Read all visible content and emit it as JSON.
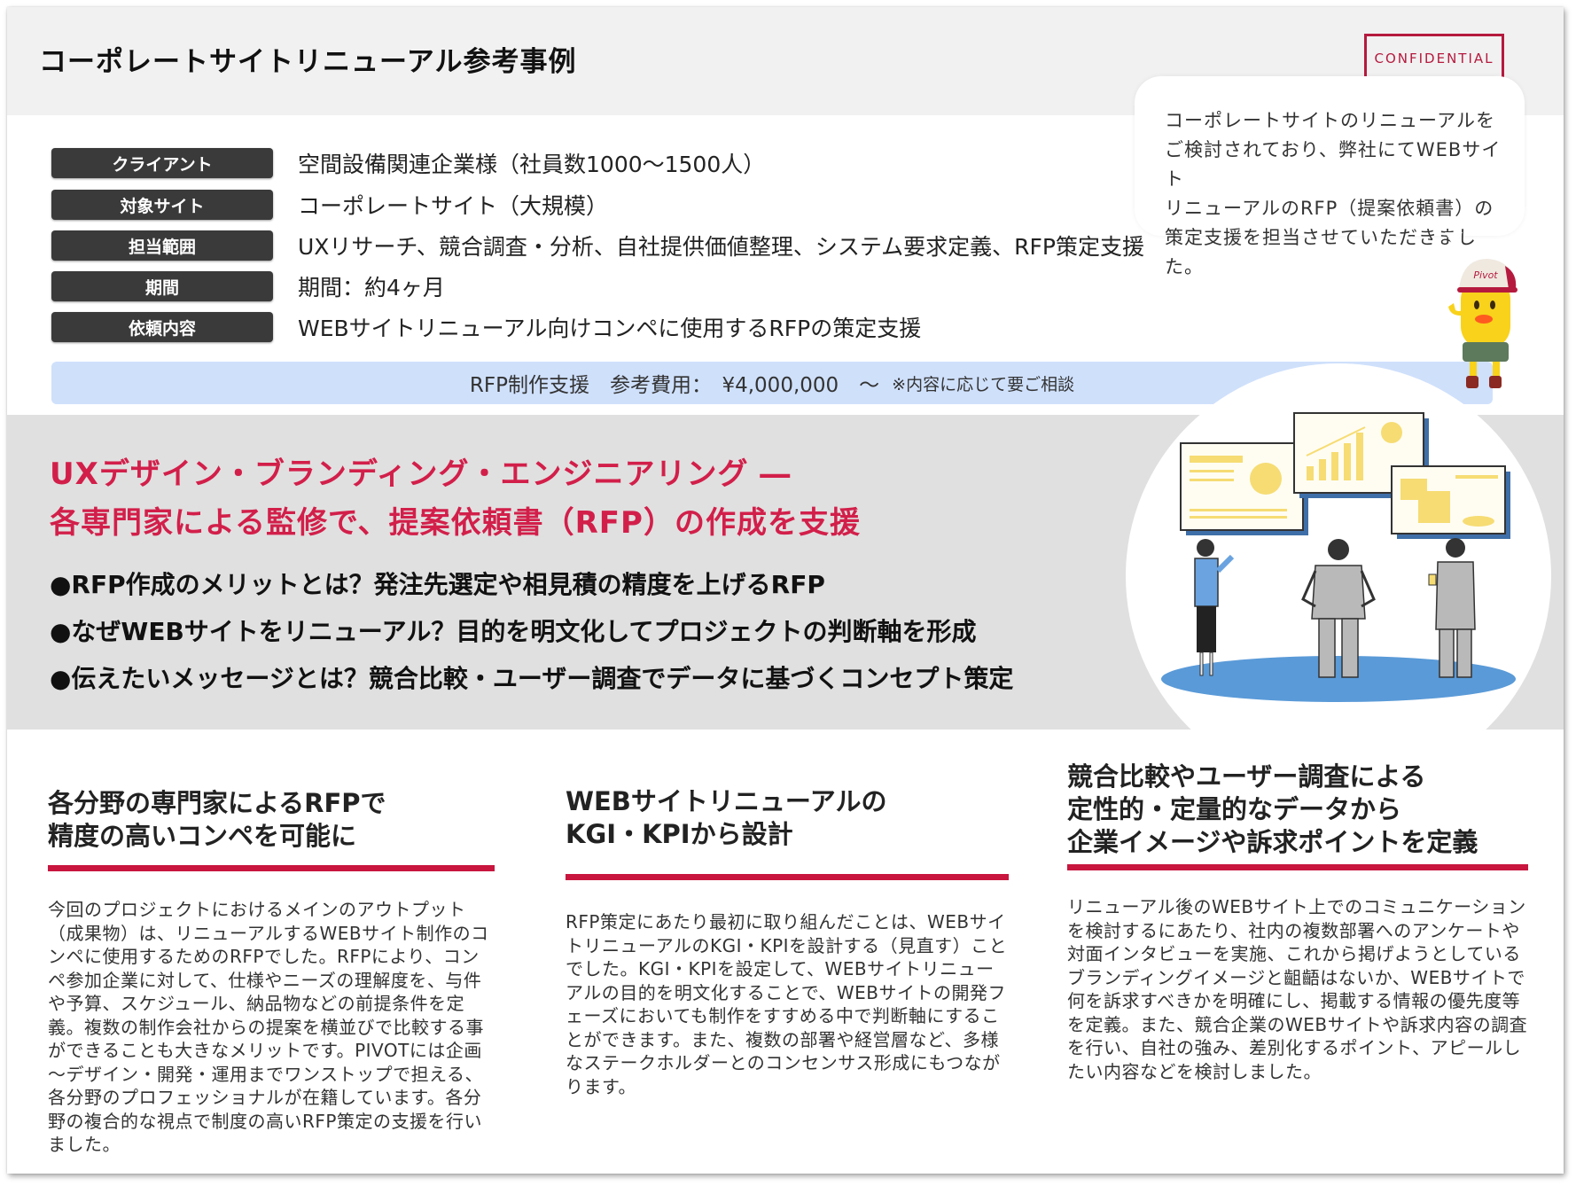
{
  "header": {
    "title": "コーポレートサイトリニューアル参考事例",
    "confidential_label": "CONFIDENTIAL"
  },
  "bubble": {
    "lines": [
      "コーポレートサイトのリニューアルを",
      "ご検討されており、弊社にてWEBサイト",
      "リニューアルのRFP（提案依頼書）の",
      "策定支援を担当させていただきました。"
    ],
    "mascot_cap_text": "Pivot"
  },
  "info": {
    "rows": [
      {
        "label": "クライアント",
        "value": "空間設備関連企業様（社員数1000～1500人）"
      },
      {
        "label": "対象サイト",
        "value": "コーポレートサイト（大規模）"
      },
      {
        "label": "担当範囲",
        "value": "UXリサーチ、競合調査・分析、自社提供価値整理、システム要求定義、RFP策定支援"
      },
      {
        "label": "期間",
        "value": "期間：約4ヶ月"
      },
      {
        "label": "依頼内容",
        "value": "WEBサイトリニューアル向けコンペに使用するRFPの策定支援"
      }
    ]
  },
  "cost": {
    "text": "RFP制作支援　参考費用：　¥4,000,000　～",
    "note": "※内容に応じて要ご相談"
  },
  "feature": {
    "headline_line1": "UXデザイン・ブランディング・エンジニアリング ―",
    "headline_line2": "各専門家による監修で、提案依頼書（RFP）の作成を支援",
    "bullets": [
      "●RFP作成のメリットとは？発注先選定や相見積の精度を上げるRFP",
      "●なぜWEBサイトをリニューアル？目的を明文化してプロジェクトの判断軸を形成",
      "●伝えたいメッセージとは？競合比較・ユーザー調査でデータに基づくコンセプト策定"
    ]
  },
  "columns": [
    {
      "title_lines": [
        "各分野の専門家によるRFPで",
        "精度の高いコンペを可能に"
      ],
      "body": "今回のプロジェクトにおけるメインのアウトプット（成果物）は、リニューアルするWEBサイト制作のコンペに使用するためのRFPでした。RFPにより、コンペ参加企業に対して、仕様やニーズの理解度を、与件や予算、スケジュール、納品物などの前提条件を定義。複数の制作会社からの提案を横並びで比較する事ができることも大きなメリットです。PIVOTには企画～デザイン・開発・運用までワンストップで担える、各分野のプロフェッショナルが在籍しています。各分野の複合的な視点で制度の高いRFP策定の支援を行いました。"
    },
    {
      "title_lines": [
        "WEBサイトリニューアルの",
        "KGI・KPIから設計"
      ],
      "body": "RFP策定にあたり最初に取り組んだことは、WEBサイトリニューアルのKGI・KPIを設計する（見直す）ことでした。KGI・KPIを設定して、WEBサイトリニューアルの目的を明文化することで、WEBサイトの開発フェーズにおいても制作をすすめる中で判断軸にすることができます。また、複数の部署や経営層など、多様なステークホルダーとのコンセンサス形成にもつながります。"
    },
    {
      "title_lines": [
        "競合比較やユーザー調査による",
        "定性的・定量的なデータから",
        "企業イメージや訴求ポイントを定義"
      ],
      "body": "リニューアル後のWEBサイト上でのコミュニケーションを検討するにあたり、社内の複数部署へのアンケートや対面インタビューを実施、これから掲げようとしているブランディングイメージと齟齬はないか、WEBサイトで何を訴求すべきかを明確にし、掲載する情報の優先度等を定義。また、競合企業のWEBサイトや訴求内容の調査を行い、自社の強み、差別化するポイント、アピールしたい内容などを検討しました。"
    }
  ],
  "colors": {
    "accent_red": "#c8163e",
    "headline_red": "#d21f4a",
    "label_dark": "#3a3a3a",
    "cost_blue": "#cfe0fb",
    "band_gray": "#e0e0e0",
    "header_gray": "#f1f1f1"
  }
}
